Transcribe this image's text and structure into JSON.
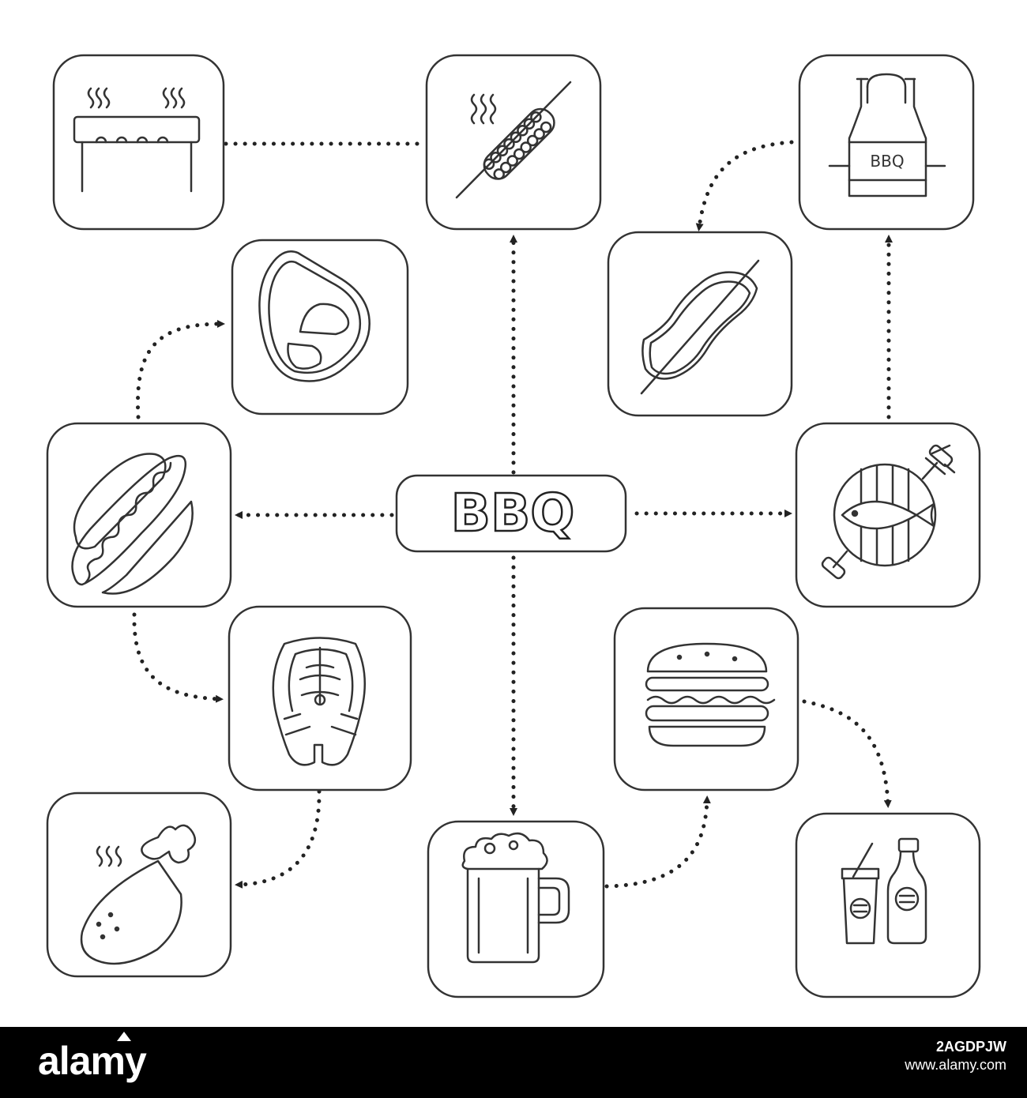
{
  "center": {
    "label": "BBQ"
  },
  "nodes": [
    {
      "id": "grill",
      "icon": "grill-icon"
    },
    {
      "id": "corn",
      "icon": "corn-icon"
    },
    {
      "id": "apron",
      "icon": "apron-icon",
      "label": "BBQ"
    },
    {
      "id": "steak",
      "icon": "steak-icon"
    },
    {
      "id": "bacon",
      "icon": "bacon-icon"
    },
    {
      "id": "hotdog",
      "icon": "hotdog-icon"
    },
    {
      "id": "fishgrill",
      "icon": "fish-grill-icon"
    },
    {
      "id": "salmon",
      "icon": "salmon-steak-icon"
    },
    {
      "id": "burger",
      "icon": "burger-icon"
    },
    {
      "id": "chicken",
      "icon": "chicken-leg-icon"
    },
    {
      "id": "beer",
      "icon": "beer-mug-icon"
    },
    {
      "id": "drinks",
      "icon": "soda-drinks-icon"
    }
  ],
  "edges": [
    {
      "from": "corn",
      "to": "grill"
    },
    {
      "from": "center",
      "to": "corn"
    },
    {
      "from": "apron",
      "to": "bacon"
    },
    {
      "from": "fishgrill",
      "to": "apron"
    },
    {
      "from": "hotdog",
      "to": "steak"
    },
    {
      "from": "center",
      "to": "hotdog"
    },
    {
      "from": "center",
      "to": "fishgrill"
    },
    {
      "from": "hotdog",
      "to": "salmon"
    },
    {
      "from": "center",
      "to": "beer"
    },
    {
      "from": "salmon",
      "to": "chicken"
    },
    {
      "from": "beer",
      "to": "burger"
    },
    {
      "from": "burger",
      "to": "drinks"
    }
  ],
  "colors": {
    "stroke": "#333333",
    "arrow": "#222222",
    "background": "#ffffff",
    "footer": "#000000"
  },
  "footer": {
    "logo": "alamy",
    "image_id": "2AGDPJW",
    "url": "www.alamy.com"
  }
}
